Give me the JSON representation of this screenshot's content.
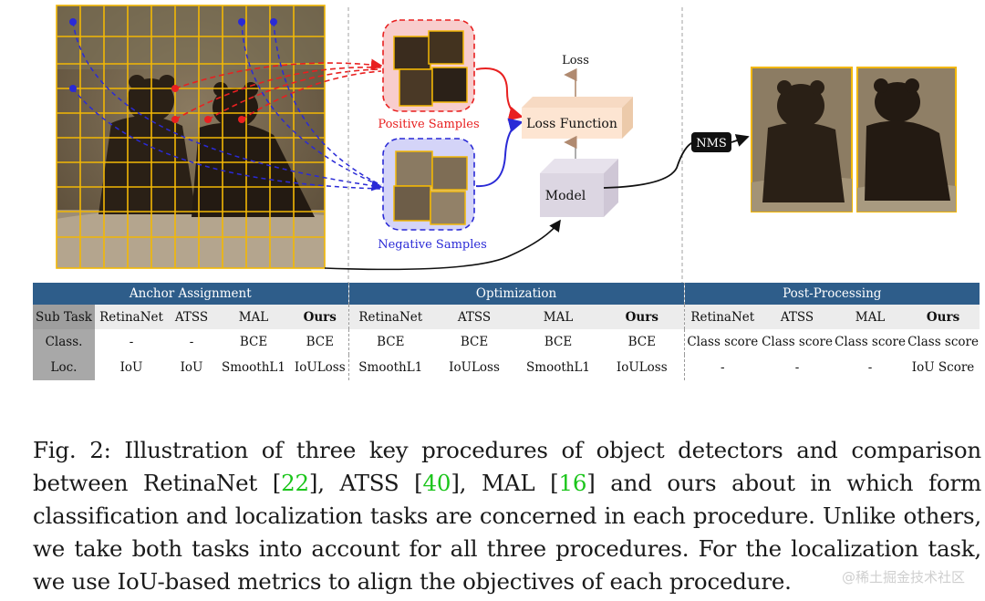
{
  "diagram": {
    "positive_label": "Positive Samples",
    "negative_label": "Negative Samples",
    "loss_label": "Loss",
    "loss_function_label": "Loss Function",
    "model_label": "Model",
    "nms_label": "NMS"
  },
  "table": {
    "groups": [
      "Anchor Assignment",
      "Optimization",
      "Post-Processing"
    ],
    "sub_task_label": "Sub Task",
    "methods": [
      "RetinaNet",
      "ATSS",
      "MAL",
      "Ours",
      "RetinaNet",
      "ATSS",
      "MAL",
      "Ours",
      "RetinaNet",
      "ATSS",
      "MAL",
      "Ours"
    ],
    "rows": [
      {
        "label": "Class.",
        "cells": [
          "-",
          "-",
          "BCE",
          "BCE",
          "BCE",
          "BCE",
          "BCE",
          "BCE",
          "Class score",
          "Class score",
          "Class score",
          "Class score"
        ]
      },
      {
        "label": "Loc.",
        "cells": [
          "IoU",
          "IoU",
          "SmoothL1",
          "IoULoss",
          "SmoothL1",
          "IoULoss",
          "SmoothL1",
          "IoULoss",
          "-",
          "-",
          "-",
          "IoU Score"
        ]
      }
    ]
  },
  "caption": {
    "part1": "Fig. 2: Illustration of three key procedures of object detectors and comparison between RetinaNet [",
    "ref1": "22",
    "part2": "], ATSS [",
    "ref2": "40",
    "part3": "], MAL [",
    "ref3": "16",
    "part4": "] and ours about in which form classification and localization tasks are concerned in each procedure. Unlike others, we take both tasks into account for all three procedures. For the localization task, we use IoU-based metrics to align the objectives of each procedure."
  },
  "watermark": "@稀土掘金技术社区",
  "colors": {
    "grid": "#f2b705",
    "positive": "#e82020",
    "negative": "#2a2ad6",
    "table_header": "#2e5d8a",
    "reference": "#1bc51b"
  }
}
